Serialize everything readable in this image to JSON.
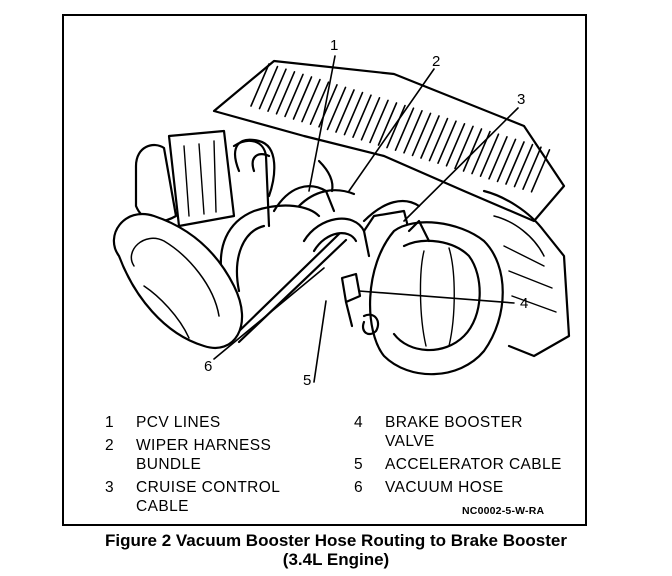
{
  "callouts": [
    "1",
    "2",
    "3",
    "4",
    "5",
    "6"
  ],
  "legend": [
    {
      "num": "1",
      "label": "PCV LINES"
    },
    {
      "num": "2",
      "label": "WIPER HARNESS\nBUNDLE"
    },
    {
      "num": "3",
      "label": "CRUISE CONTROL\nCABLE"
    },
    {
      "num": "4",
      "label": "BRAKE BOOSTER\nVALVE"
    },
    {
      "num": "5",
      "label": "ACCELERATOR CABLE"
    },
    {
      "num": "6",
      "label": "VACUUM HOSE"
    }
  ],
  "figure_code": "NC0002-5-W-RA",
  "caption": {
    "line1": "Figure 2 Vacuum Booster Hose Routing to Brake Booster",
    "line2": "(3.4L Engine)"
  }
}
